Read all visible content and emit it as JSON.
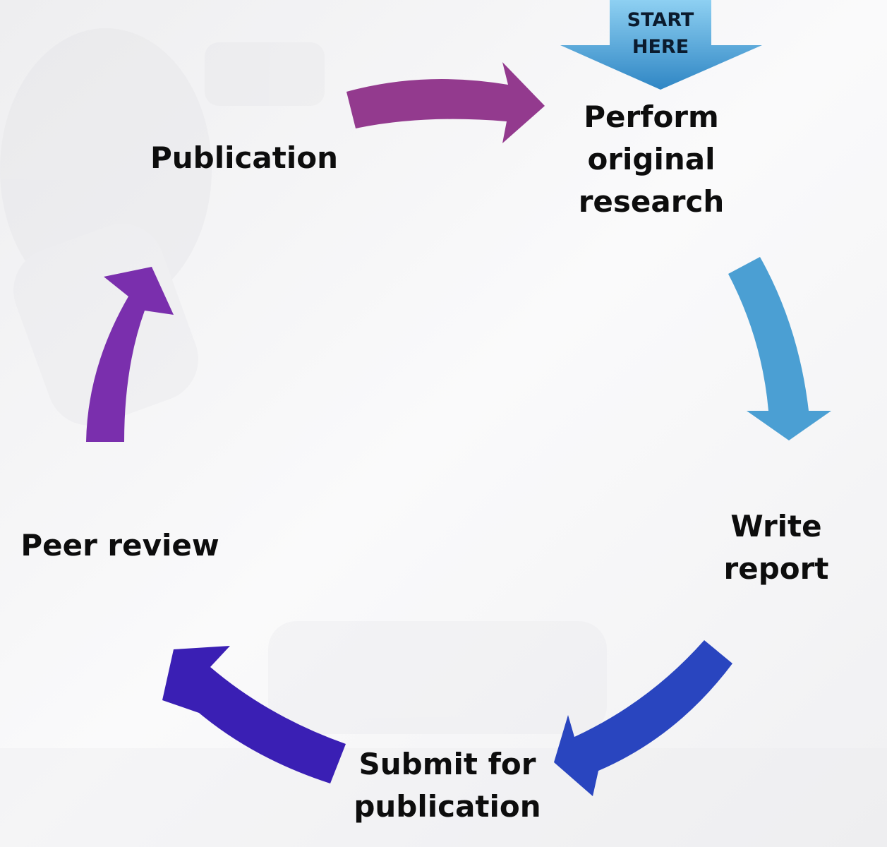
{
  "start_marker": {
    "line1": "START",
    "line2": "HERE",
    "gradient_top": "#8ed0f2",
    "gradient_bottom": "#2f86c4"
  },
  "steps": {
    "perform_research": {
      "line1": "Perform",
      "line2": "original",
      "line3": "research"
    },
    "write_report": {
      "line1": "Write",
      "line2": "report"
    },
    "submit": {
      "line1": "Submit for",
      "line2": "publication"
    },
    "peer_review": {
      "line1": "Peer review"
    },
    "publication": {
      "line1": "Publication"
    }
  },
  "arrow_colors": {
    "publication_to_research": "#933a8e",
    "research_to_report": "#4b9fd3",
    "report_to_submit": "#2945bf",
    "submit_to_review": "#3a1fb4",
    "review_to_publication": "#7a2fad"
  }
}
